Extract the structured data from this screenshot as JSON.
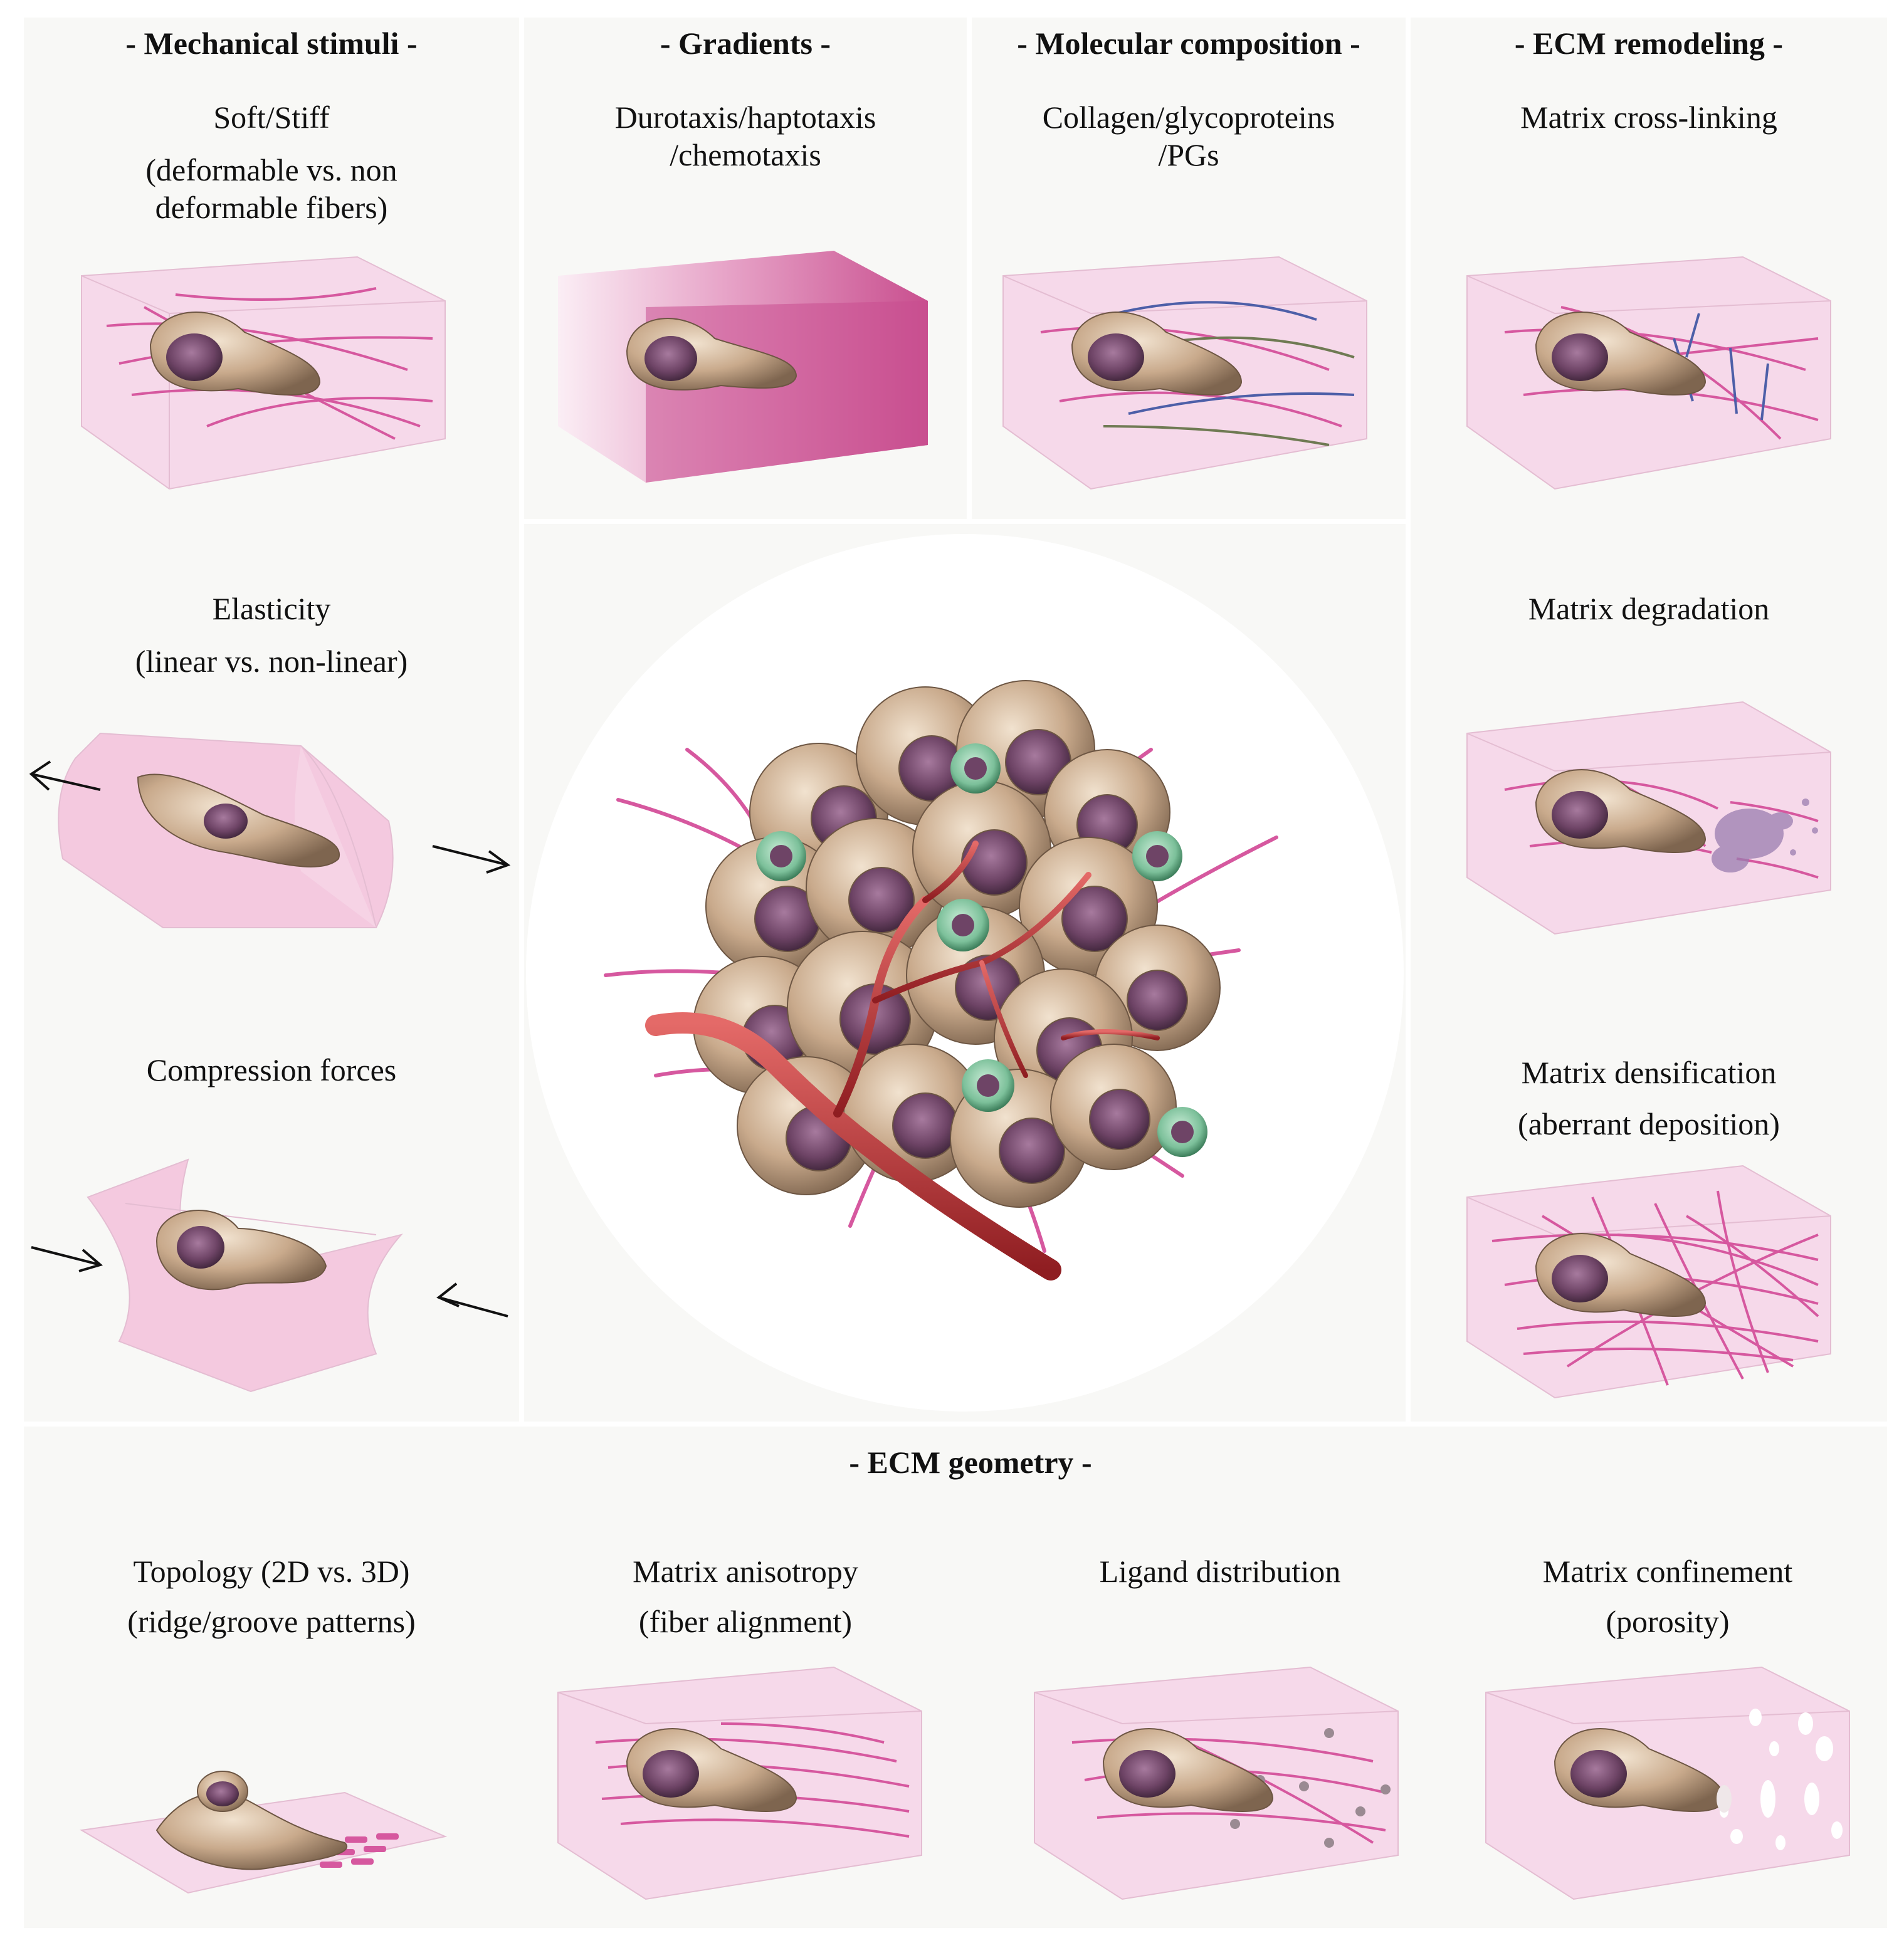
{
  "sections": {
    "mechanical": "- Mechanical stimuli -",
    "gradients": "- Gradients -",
    "molecular": "- Molecular composition -",
    "remodeling": "- ECM remodeling -",
    "geometry": "- ECM geometry -"
  },
  "labels": {
    "soft_stiff": "Soft/Stiff",
    "soft_stiff_sub1": "(deformable vs. non",
    "soft_stiff_sub2": "deformable fibers)",
    "durotaxis_1": "Durotaxis/haptotaxis",
    "durotaxis_2": "/chemotaxis",
    "collagen_1": "Collagen/glycoproteins",
    "collagen_2": "/PGs",
    "cross_linking": "Matrix cross-linking",
    "elasticity": "Elasticity",
    "elasticity_sub": "(linear vs. non-linear)",
    "compression": "Compression forces",
    "degradation": "Matrix degradation",
    "densification": "Matrix densification",
    "densification_sub": "(aberrant deposition)",
    "topology": "Topology (2D vs. 3D)",
    "topology_sub": "(ridge/groove patterns)",
    "anisotropy": "Matrix anisotropy",
    "anisotropy_sub": "(fiber alignment)",
    "ligand": "Ligand distribution",
    "confinement": "Matrix confinement",
    "confinement_sub": "(porosity)"
  },
  "colors": {
    "panel_bg": "#f8f8f6",
    "matrix_box": "#f6d9ea",
    "box_edge": "#e4bdd2",
    "fiber": "#d6589f",
    "gradient_dark": "#c94f8f",
    "cell_body": "#c9aa8c",
    "nucleus": "#6e4466",
    "vessel": "#b82b2e",
    "crosslink": "#4d5fa8",
    "glycoprotein": "#6f7a53",
    "green_cell": "#7cc09a"
  },
  "icons": {
    "arrow": "arrow-icon",
    "cell": "cell-icon",
    "tumor": "tumor-spheroid-icon"
  }
}
